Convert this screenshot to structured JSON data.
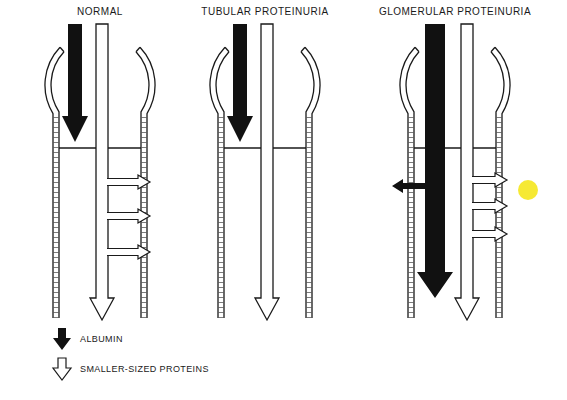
{
  "diagram": {
    "labels": [
      "NORMAL",
      "TUBULAR PROTEINURIA",
      "GLOMERULAR PROTEINURIA"
    ],
    "legend": [
      {
        "text": "ALBUMIN"
      },
      {
        "text": "SMALLER-SIZED PROTEINS"
      }
    ]
  }
}
